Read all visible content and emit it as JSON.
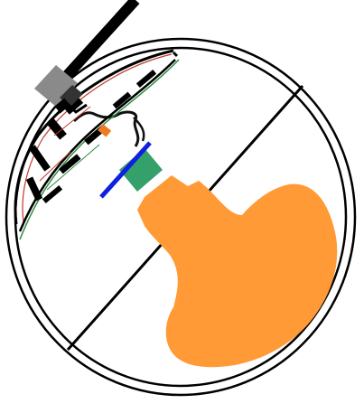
{
  "colors": {
    "background": "#ffffff",
    "outline": "#000000",
    "probe_shaft": "#000000",
    "probe_connector": "#8a8a8a",
    "board_red_trace": "#c0392b",
    "board_green_trace": "#2e8b3e",
    "orange_marker": "#f07a22",
    "sensor_window_green": "#34a06a",
    "sensor_window_edge_blue": "#1020e0",
    "sensor_pad_orange": "#ff9a36",
    "flex_cable": "#111111"
  },
  "components": [
    {
      "id": "outer-ring",
      "icon": "double-circle-outline"
    },
    {
      "id": "divider-line",
      "icon": "diagonal-line"
    },
    {
      "id": "probe-cable",
      "icon": "black-shaft"
    },
    {
      "id": "probe-connector",
      "icon": "grey-block"
    },
    {
      "id": "circuit-board",
      "icon": "curved-pcb"
    },
    {
      "id": "flex-cable",
      "icon": "wavy-wire"
    },
    {
      "id": "sensor-window",
      "icon": "green-rectangle-with-blue-edge"
    },
    {
      "id": "sensor-pad",
      "icon": "orange-blob"
    }
  ]
}
